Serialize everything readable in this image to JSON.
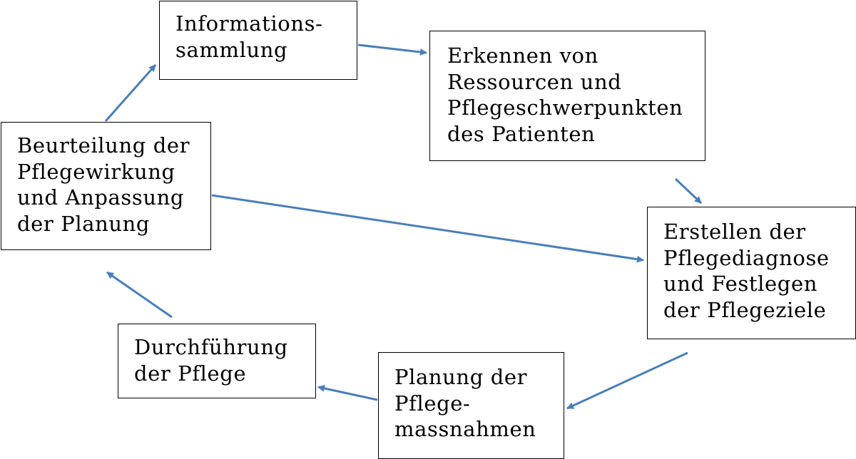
{
  "nodes": [
    {
      "id": "info",
      "text": "Informations-\nsammlung"
    },
    {
      "id": "erkennen",
      "text": "Erkennen von\nRessourcen und\nPflegeschwerpunkten\ndes Patienten"
    },
    {
      "id": "diagnose",
      "text": "Erstellen der\nPflegediagnose\nund Festlegen\nder Pflegeziele"
    },
    {
      "id": "planung",
      "text": "Planung der\nPflege-\nmassnahmen"
    },
    {
      "id": "durchfuehrung",
      "text": "Durchführung\nder Pflege"
    },
    {
      "id": "beurteilung",
      "text": "Beurteilung der\nPflegewirkung\nund Anpassung\nder Planung"
    }
  ],
  "edges": [
    {
      "from": "info",
      "to": "erkennen"
    },
    {
      "from": "erkennen",
      "to": "diagnose"
    },
    {
      "from": "diagnose",
      "to": "planung"
    },
    {
      "from": "planung",
      "to": "durchfuehrung"
    },
    {
      "from": "durchfuehrung",
      "to": "beurteilung"
    },
    {
      "from": "beurteilung",
      "to": "info"
    },
    {
      "from": "beurteilung",
      "to": "diagnose"
    }
  ],
  "colors": {
    "arrow": "#4a7ebb",
    "box_border": "#000000",
    "text": "#000000"
  }
}
